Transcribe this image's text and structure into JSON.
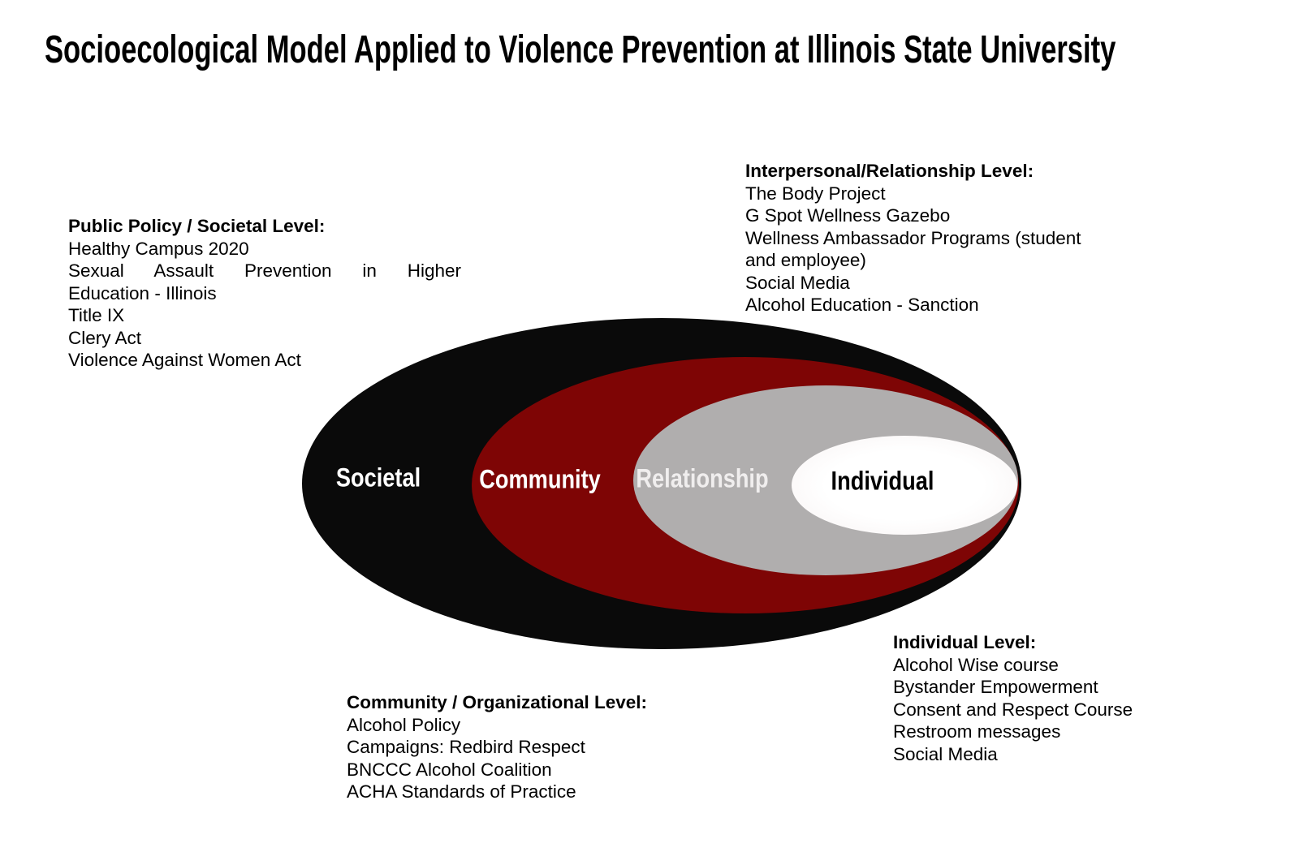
{
  "title": "Socioecological Model Applied to Violence Prevention at Illinois State University",
  "colors": {
    "societal_ring": "#0a0a0a",
    "community_ring": "#7e0505",
    "relationship_ring": "#b0aeae",
    "individual_ring_edge": "#f7f2f2",
    "individual_ring_center": "#ffffff",
    "societal_label": "#ffffff",
    "community_label": "#ffffff",
    "relationship_label": "#f0eeee",
    "individual_label": "#000000",
    "text": "#000000",
    "background": "#ffffff"
  },
  "rings": [
    {
      "id": "societal",
      "label": "Societal"
    },
    {
      "id": "community",
      "label": "Community"
    },
    {
      "id": "relationship",
      "label": "Relationship"
    },
    {
      "id": "individual",
      "label": "Individual"
    }
  ],
  "blocks": {
    "societal": {
      "title": "Public Policy / Societal Level:",
      "lines": [
        {
          "text": "Healthy Campus 2020"
        },
        {
          "text": "Sexual Assault Prevention in Higher",
          "justify": true
        },
        {
          "text": "Education - Illinois"
        },
        {
          "text": "Title IX"
        },
        {
          "text": "Clery Act"
        },
        {
          "text": "Violence Against Women Act"
        }
      ]
    },
    "relationship": {
      "title": "Interpersonal/Relationship Level:",
      "lines": [
        {
          "text": "The Body Project"
        },
        {
          "text": "G Spot Wellness Gazebo"
        },
        {
          "text": "Wellness Ambassador Programs (student"
        },
        {
          "text": "and employee)"
        },
        {
          "text": "Social Media"
        },
        {
          "text": "Alcohol Education - Sanction"
        }
      ]
    },
    "community": {
      "title": "Community / Organizational Level:",
      "lines": [
        {
          "text": "Alcohol Policy"
        },
        {
          "text": "Campaigns: Redbird Respect"
        },
        {
          "text": "BNCCC Alcohol Coalition"
        },
        {
          "text": "ACHA Standards of Practice"
        }
      ]
    },
    "individual": {
      "title": "Individual Level:",
      "lines": [
        {
          "text": "Alcohol Wise course"
        },
        {
          "text": "Bystander Empowerment"
        },
        {
          "text": "Consent and Respect Course"
        },
        {
          "text": "Restroom messages"
        },
        {
          "text": "Social Media"
        }
      ]
    }
  }
}
